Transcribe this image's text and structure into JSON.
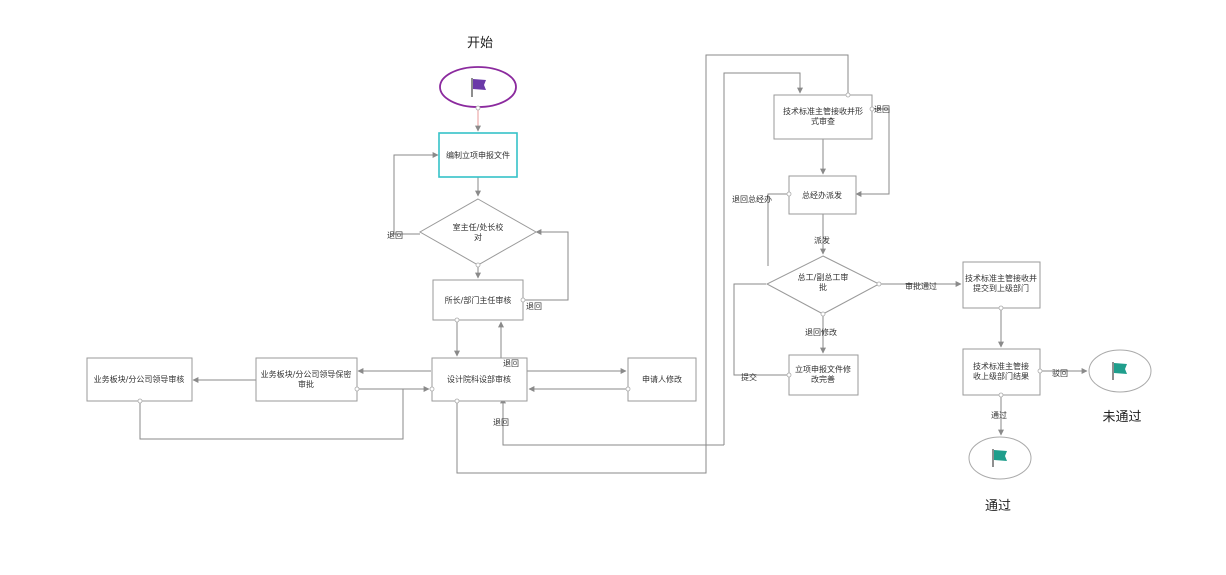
{
  "colors": {
    "start_ring": "#8b2a9e",
    "start_flag": "#6b3aa8",
    "end_flag": "#1f9e8c",
    "first_task_border": "#35c2c8",
    "line": "#8a8a8a"
  },
  "terminals": {
    "start": {
      "label": "开始",
      "icon": "flag-icon"
    },
    "pass": {
      "label": "通过",
      "icon": "flag-icon"
    },
    "fail": {
      "label": "未通过",
      "icon": "flag-icon"
    }
  },
  "nodes": {
    "compile": "编制立项申报文件",
    "director_check_1": "室主任/处长校",
    "director_check_2": "对",
    "dept_review": "所长/部门主任审核",
    "design_review": "设计院科设部审核",
    "applicant_edit": "申请人修改",
    "biz_secret_1": "业务板块/分公司领导保密",
    "biz_secret_2": "审批",
    "biz_leader": "业务板块/分公司领导审核",
    "tech_form_1": "技术标准主管接收并形",
    "tech_form_2": "式审查",
    "gm_dispatch": "总经办派发",
    "chief_approve_1": "总工/副总工审",
    "chief_approve_2": "批",
    "improve_1": "立项申报文件修",
    "improve_2": "改完善",
    "tech_submit_1": "技术标准主管接收并",
    "tech_submit_2": "提交到上级部门",
    "tech_receive_1": "技术标准主管接",
    "tech_receive_2": "收上级部门结果"
  },
  "edge_labels": {
    "return_1": "退回",
    "return_2": "退回",
    "return_3": "退回",
    "return_4": "退回",
    "return_5": "退回",
    "return_to_gm": "退回总经办",
    "dispatch": "派发",
    "approved": "审批通过",
    "return_edit": "退回修改",
    "submit": "提交",
    "pass": "通过",
    "reject": "驳回"
  }
}
